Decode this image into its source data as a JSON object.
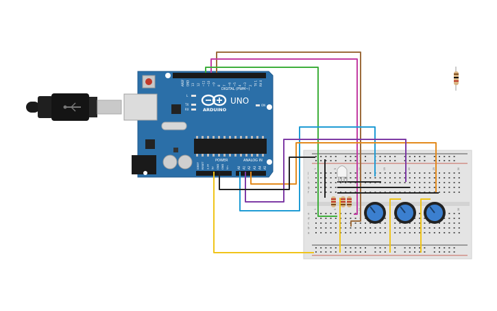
{
  "arduino": {
    "brand": "ARDUINO",
    "model": "UNO",
    "digital_label": "DIGITAL (PWM~)",
    "analog_label": "ANALOG IN",
    "power_label": "POWER",
    "on_label": "ON",
    "tx_label": "TX",
    "rx_label": "RX",
    "l_label": "L",
    "digital_pins": [
      "AREF",
      "GND",
      "13",
      "12",
      "~11",
      "~10",
      "~9",
      "8",
      "7",
      "~6",
      "~5",
      "4",
      "~3",
      "2",
      "TX 1",
      "RX 0"
    ],
    "analog_pins": [
      "A0",
      "A1",
      "A2",
      "A3",
      "A4",
      "A5"
    ],
    "power_pins": [
      "IOREF",
      "RESET",
      "3.3V",
      "5V",
      "GND",
      "GND",
      "Vin"
    ]
  },
  "breadboard": {
    "row_letters_top": [
      "a",
      "b",
      "c",
      "d",
      "e"
    ],
    "row_letters_bottom": [
      "f",
      "g",
      "h",
      "i",
      "j"
    ],
    "column_numbers": [
      "1",
      "5",
      "10",
      "15",
      "20",
      "25",
      "30"
    ]
  },
  "components": {
    "potentiometers": 3,
    "resistors_on_board": 3,
    "loose_resistor": 1
  },
  "colors": {
    "board": "#2b6fa8",
    "wire_brown": "#9c6b3c",
    "wire_magenta": "#c23aa2",
    "wire_green": "#3dae3a",
    "wire_blue": "#1f9bd4",
    "wire_orange": "#e38a1c",
    "wire_purple": "#7d3aa5",
    "wire_black": "#222222",
    "wire_yellow": "#f0c419",
    "knob": "#3b7fcf"
  }
}
